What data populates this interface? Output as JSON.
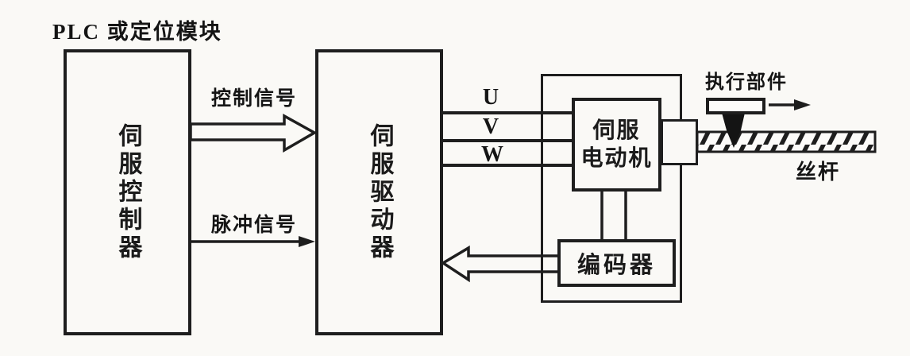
{
  "title": "PLC 或定位模块",
  "blocks": {
    "controller": "伺服控制器",
    "driver": "伺服驱动器",
    "motor": "伺服\n电动机",
    "encoder": "编码器"
  },
  "signals": {
    "control": "控制信号",
    "pulse": "脉冲信号",
    "phases": [
      "U",
      "V",
      "W"
    ]
  },
  "mechanism": {
    "actuator": "执行部件",
    "screw": "丝杆"
  },
  "colors": {
    "line": "#1e1e1e",
    "background": "#faf9f6"
  }
}
